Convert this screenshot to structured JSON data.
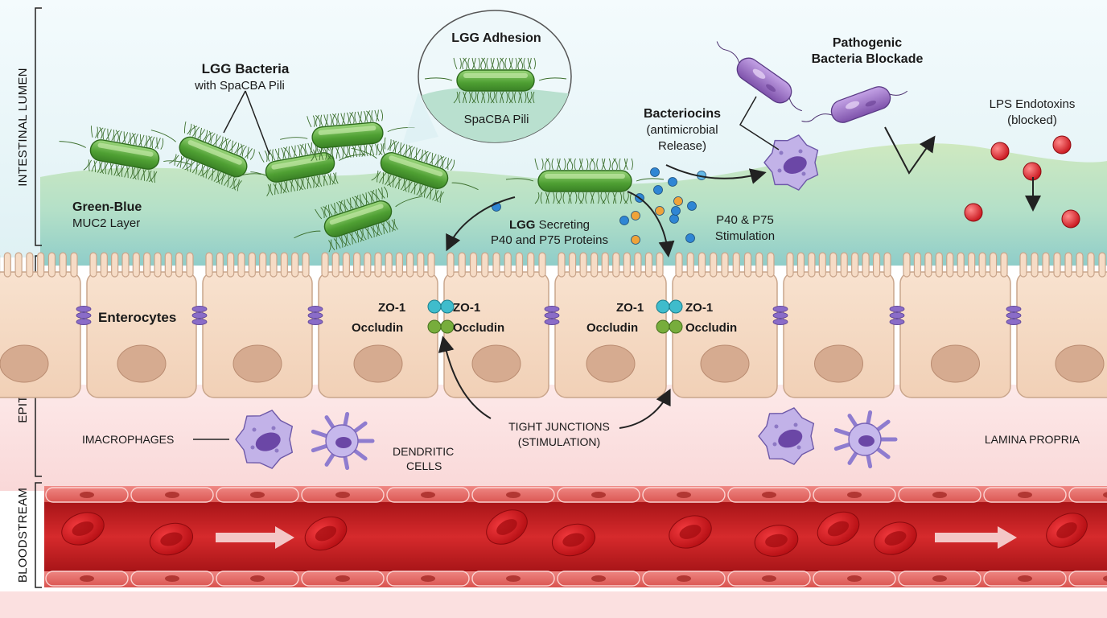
{
  "sections": {
    "lumen": "INTESTINAL LUMEN",
    "epithelial": "EPITHELIAL LAYER",
    "bloodstream": "BLOODSTREAM"
  },
  "labels": {
    "lgg_bacteria_title": "LGG Bacteria",
    "lgg_bacteria_sub": "with SpaCBA Pili",
    "adhesion_title": "LGG Adhesion",
    "adhesion_sub": "SpaCBA Pili",
    "mucus_title": "Green-Blue",
    "mucus_sub": "MUC2 Layer",
    "secreting_bold": "LGG",
    "secreting_line1": " Secreting",
    "secreting_line2": "P40 and P75 Proteins",
    "bacteriocins_title": "Bacteriocins",
    "bacteriocins_line2": "(antimicrobial",
    "bacteriocins_line3": "Release)",
    "pathogenic_line1": "Pathogenic",
    "pathogenic_line2": "Bacteria Blockade",
    "lps_line1": "LPS Endotoxins",
    "lps_line2": "(blocked)",
    "stim_line1": "P40 & P75",
    "stim_line2": "Stimulation",
    "enterocytes": "Enterocytes",
    "zo1": "ZO-1",
    "occludin": "Occludin",
    "macrophages": "IMACROPHAGES",
    "dendritic_line1": "DENDRITIC",
    "dendritic_line2": "CELLS",
    "tight_line1": "TIGHT JUNCTIONS",
    "tight_line2": "(STIMULATION)",
    "lamina": "LAMINA PROPRIA"
  },
  "colors": {
    "lumen_top": "#e7f5fa",
    "mucus": "#bfe3c4",
    "mucus_deep": "#9fd3cf",
    "enterocyte": "#f6dcc6",
    "enterocyte_edge": "#c9a78e",
    "nucleus": "#d3a88e",
    "lamina": "#fbe3e3",
    "blood_wall": "#e2635f",
    "blood_vessel": "#c41f23",
    "rbc": "#d8141a",
    "bacteria": "#5cae3f",
    "pathogen": "#9a6fc3",
    "immune": "#b9a8e0",
    "zo1": "#39b8c9",
    "occludin": "#6fa83a",
    "lps": "#e0202a"
  }
}
